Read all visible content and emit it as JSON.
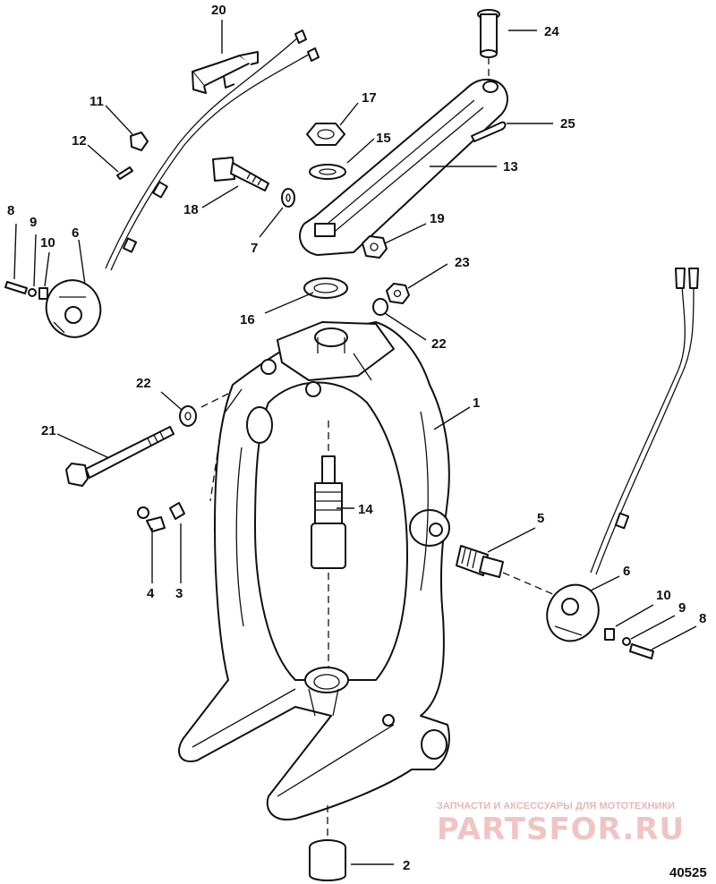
{
  "callouts": {
    "c1": "1",
    "c2": "2",
    "c3": "3",
    "c4": "4",
    "c5": "5",
    "c6a": "6",
    "c6b": "6",
    "c7": "7",
    "c8a": "8",
    "c8b": "8",
    "c9a": "9",
    "c9b": "9",
    "c10a": "10",
    "c10b": "10",
    "c11": "11",
    "c12": "12",
    "c13": "13",
    "c14": "14",
    "c15": "15",
    "c16": "16",
    "c17": "17",
    "c18": "18",
    "c19": "19",
    "c20": "20",
    "c21": "21",
    "c22a": "22",
    "c22b": "22",
    "c23": "23",
    "c24": "24",
    "c25": "25"
  },
  "watermark": {
    "tagline": "ЗАПЧАСТИ И АКСЕССУАРЫ ДЛЯ МОТОТЕХНИКИ",
    "brand": "PARTSFOR.RU"
  },
  "figure_number": "40525",
  "colors": {
    "ink": "#111111",
    "paper": "#ffffff",
    "watermark": "#f1c4c4"
  }
}
